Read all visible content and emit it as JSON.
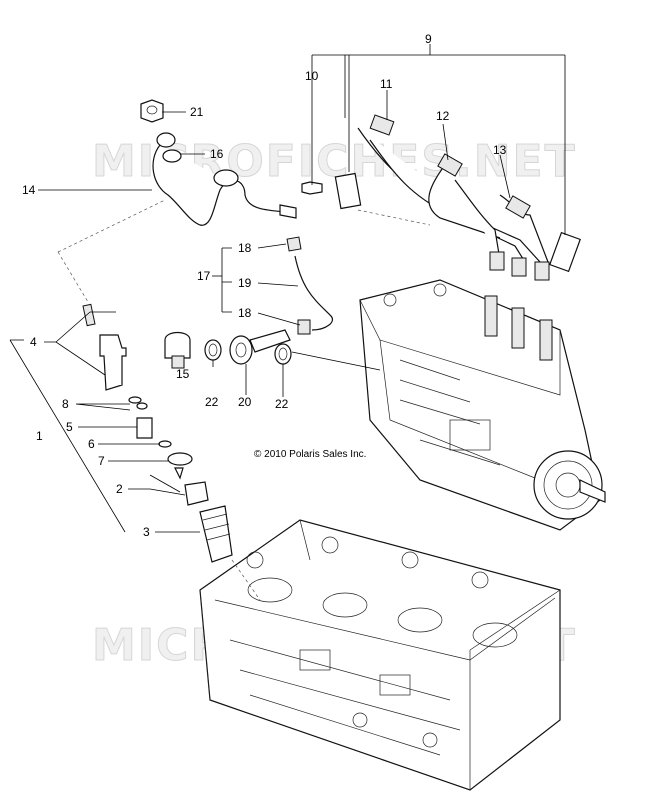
{
  "watermarks": [
    "MICROFICHES.NET",
    "MICROFICHES.NET"
  ],
  "copyright": "© 2010 Polaris Sales Inc.",
  "callouts": {
    "c1": "1",
    "c2": "2",
    "c3": "3",
    "c4": "4",
    "c5": "5",
    "c6": "6",
    "c7": "7",
    "c8": "8",
    "c9": "9",
    "c10": "10",
    "c11": "11",
    "c12": "12",
    "c13": "13",
    "c14": "14",
    "c15": "15",
    "c16": "16",
    "c17": "17",
    "c18a": "18",
    "c18b": "18",
    "c19": "19",
    "c20": "20",
    "c21": "21",
    "c22a": "22",
    "c22b": "22"
  }
}
